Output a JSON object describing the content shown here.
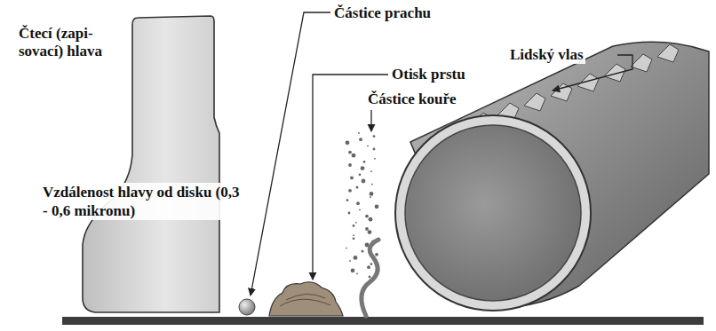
{
  "diagram": {
    "nodes": [
      {
        "text": [
          "Čtecí (zapi- sovací) hlava"
        ]
      }
    ],
    "labels": [
      "Částice prachu",
      "Lidský vlas",
      "Otisk prstu",
      "Částice kouře",
      "Vzdálenost hlavy od disku (0,3 - 0,6 mikronu)"
    ]
  }
}
